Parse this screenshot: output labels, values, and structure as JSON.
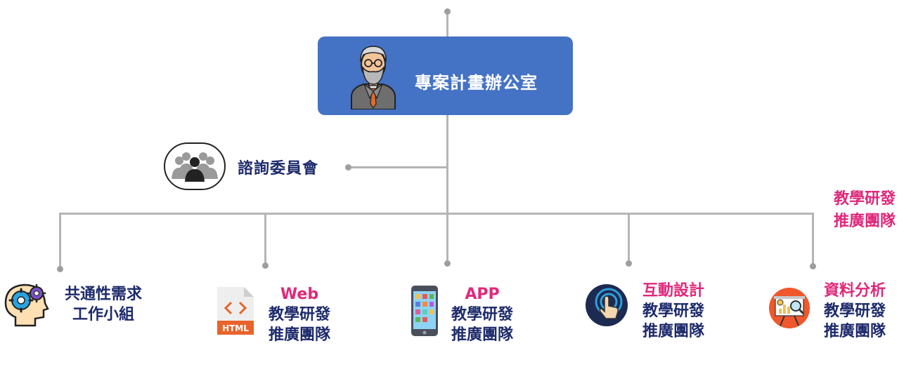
{
  "office": {
    "title": "專案計畫辦公室",
    "icon": "businessman-icon"
  },
  "advisory": {
    "label": "諮詢委員會",
    "icon": "group-people-icon"
  },
  "side_note": {
    "line1": "教學研發",
    "line2": "推廣團隊"
  },
  "teams": [
    {
      "icon": "gears-head-icon",
      "title": "",
      "line1": "共通性需求",
      "line2": "工作小組"
    },
    {
      "icon": "html-file-icon",
      "title": "Web",
      "line1": "教學研發",
      "line2": "推廣團隊"
    },
    {
      "icon": "smartphone-icon",
      "title": "APP",
      "line1": "教學研發",
      "line2": "推廣團隊"
    },
    {
      "icon": "touch-hand-icon",
      "title": "互動設計",
      "line1": "教學研發",
      "line2": "推廣團隊"
    },
    {
      "icon": "data-chart-icon",
      "title": "資料分析",
      "line1": "教學研發",
      "line2": "推廣團隊"
    }
  ],
  "colors": {
    "office_bg": "#4472c4",
    "accent": "#e0287a",
    "text": "#1d2a6b",
    "connector": "#b5b5b5"
  }
}
